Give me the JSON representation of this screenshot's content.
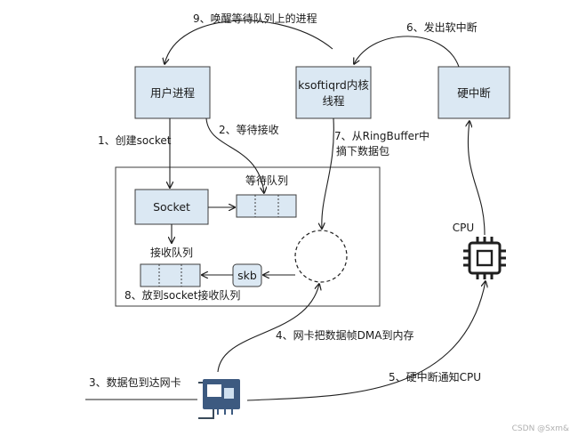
{
  "nodes": {
    "user_process": "用户进程",
    "ksoftirqd": [
      "ksoftiqrd内核",
      "线程"
    ],
    "hardirq": "硬中断",
    "socket": "Socket",
    "wait_queue": "等待队列",
    "recv_queue": "接收队列",
    "skb": "skb",
    "cpu": "CPU"
  },
  "steps": {
    "s1": "1、创建socket",
    "s2": "2、等待接收",
    "s3": "3、数据包到达网卡",
    "s4": "4、网卡把数据帧DMA到内存",
    "s5": "5、硬中断通知CPU",
    "s6": "6、发出软中断",
    "s7": [
      "7、从RingBuffer中",
      "摘下数据包"
    ],
    "s8": "8、放到socket接收队列",
    "s9": "9、唤醒等待队列上的进程"
  },
  "watermark": "CSDN @Sxm&"
}
